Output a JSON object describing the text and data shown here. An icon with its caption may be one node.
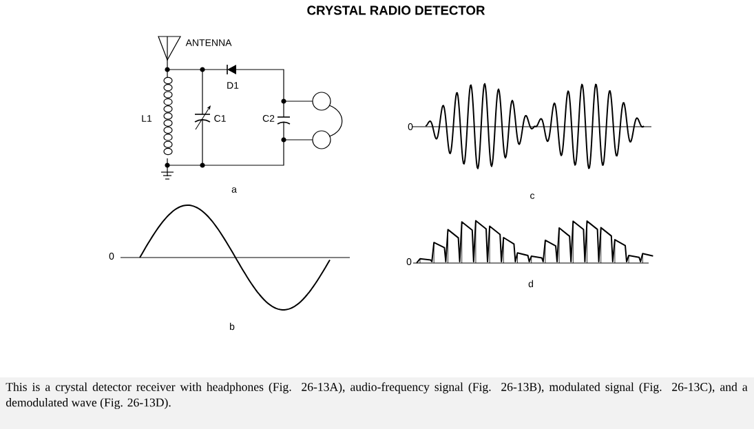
{
  "diagram": {
    "title": "CRYSTAL RADIO DETECTOR",
    "caption": "This is a crystal detector receiver with headphones (Fig. 26-13A), audio-frequency signal (Fig. 26-13B), modulated signal (Fig. 26-13C), and a demodulated wave (Fig. 26-13D).",
    "labels": [
      "ANTENNA",
      "D1",
      "L1",
      "C1",
      "C2",
      "0",
      "a",
      "c",
      "0",
      "0",
      "d",
      "b"
    ]
  }
}
